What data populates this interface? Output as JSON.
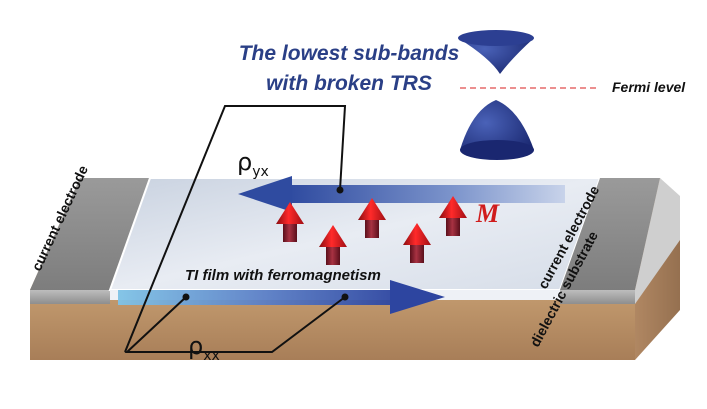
{
  "title": {
    "line1": "The lowest sub-bands",
    "line2": "with broken TRS"
  },
  "fermi_label": "Fermi level",
  "rho_yx": {
    "base": "ρ",
    "sub": "yx"
  },
  "rho_xx": {
    "base": "ρ",
    "sub": "xx"
  },
  "m_label": "M",
  "film_label": "TI film with ferromagnetism",
  "left_electrode_label": "current electrode",
  "right_electrode_label": "current electrode",
  "substrate_label": "dielectric substrate",
  "colors": {
    "cone": "#1f2f7a",
    "arrow_head": "#d0101a",
    "arrow_shaft": "#8b1e2c",
    "substrate": "#c8a47e",
    "electrode": "#8c8c8c",
    "film": "#dfe5ee",
    "fermi_line": "#e56a6a"
  }
}
